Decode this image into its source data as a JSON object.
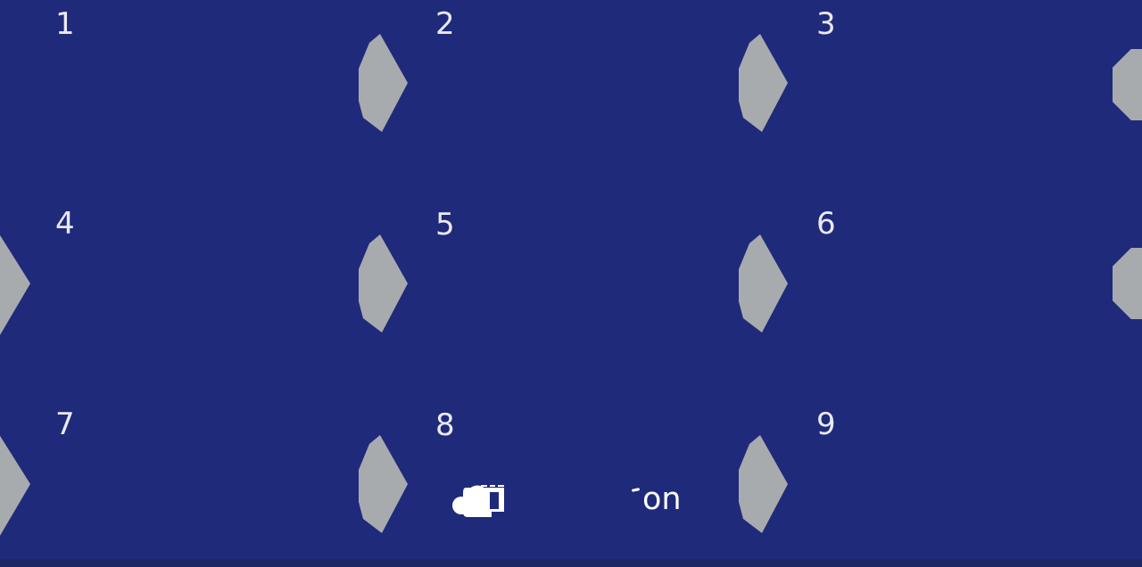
{
  "page": {
    "background_color": "#202a7a",
    "bottom_bar_color": "#1d2765"
  },
  "grid": {
    "cells": [
      {
        "label": "1"
      },
      {
        "label": "2"
      },
      {
        "label": "3"
      },
      {
        "label": "4"
      },
      {
        "label": "5"
      },
      {
        "label": "6"
      },
      {
        "label": "7"
      },
      {
        "label": "8"
      },
      {
        "label": "9"
      }
    ],
    "label_color": "#e9e9f2"
  },
  "decorations": {
    "diamond_color": "#a8abae",
    "full_diamonds": 6,
    "left_edge_half_diamonds": 2,
    "right_edge_rounded_blobs": 2
  },
  "logo": {
    "icon": "cloud-logo-fragment",
    "text": "on",
    "color": "#ffffff"
  }
}
